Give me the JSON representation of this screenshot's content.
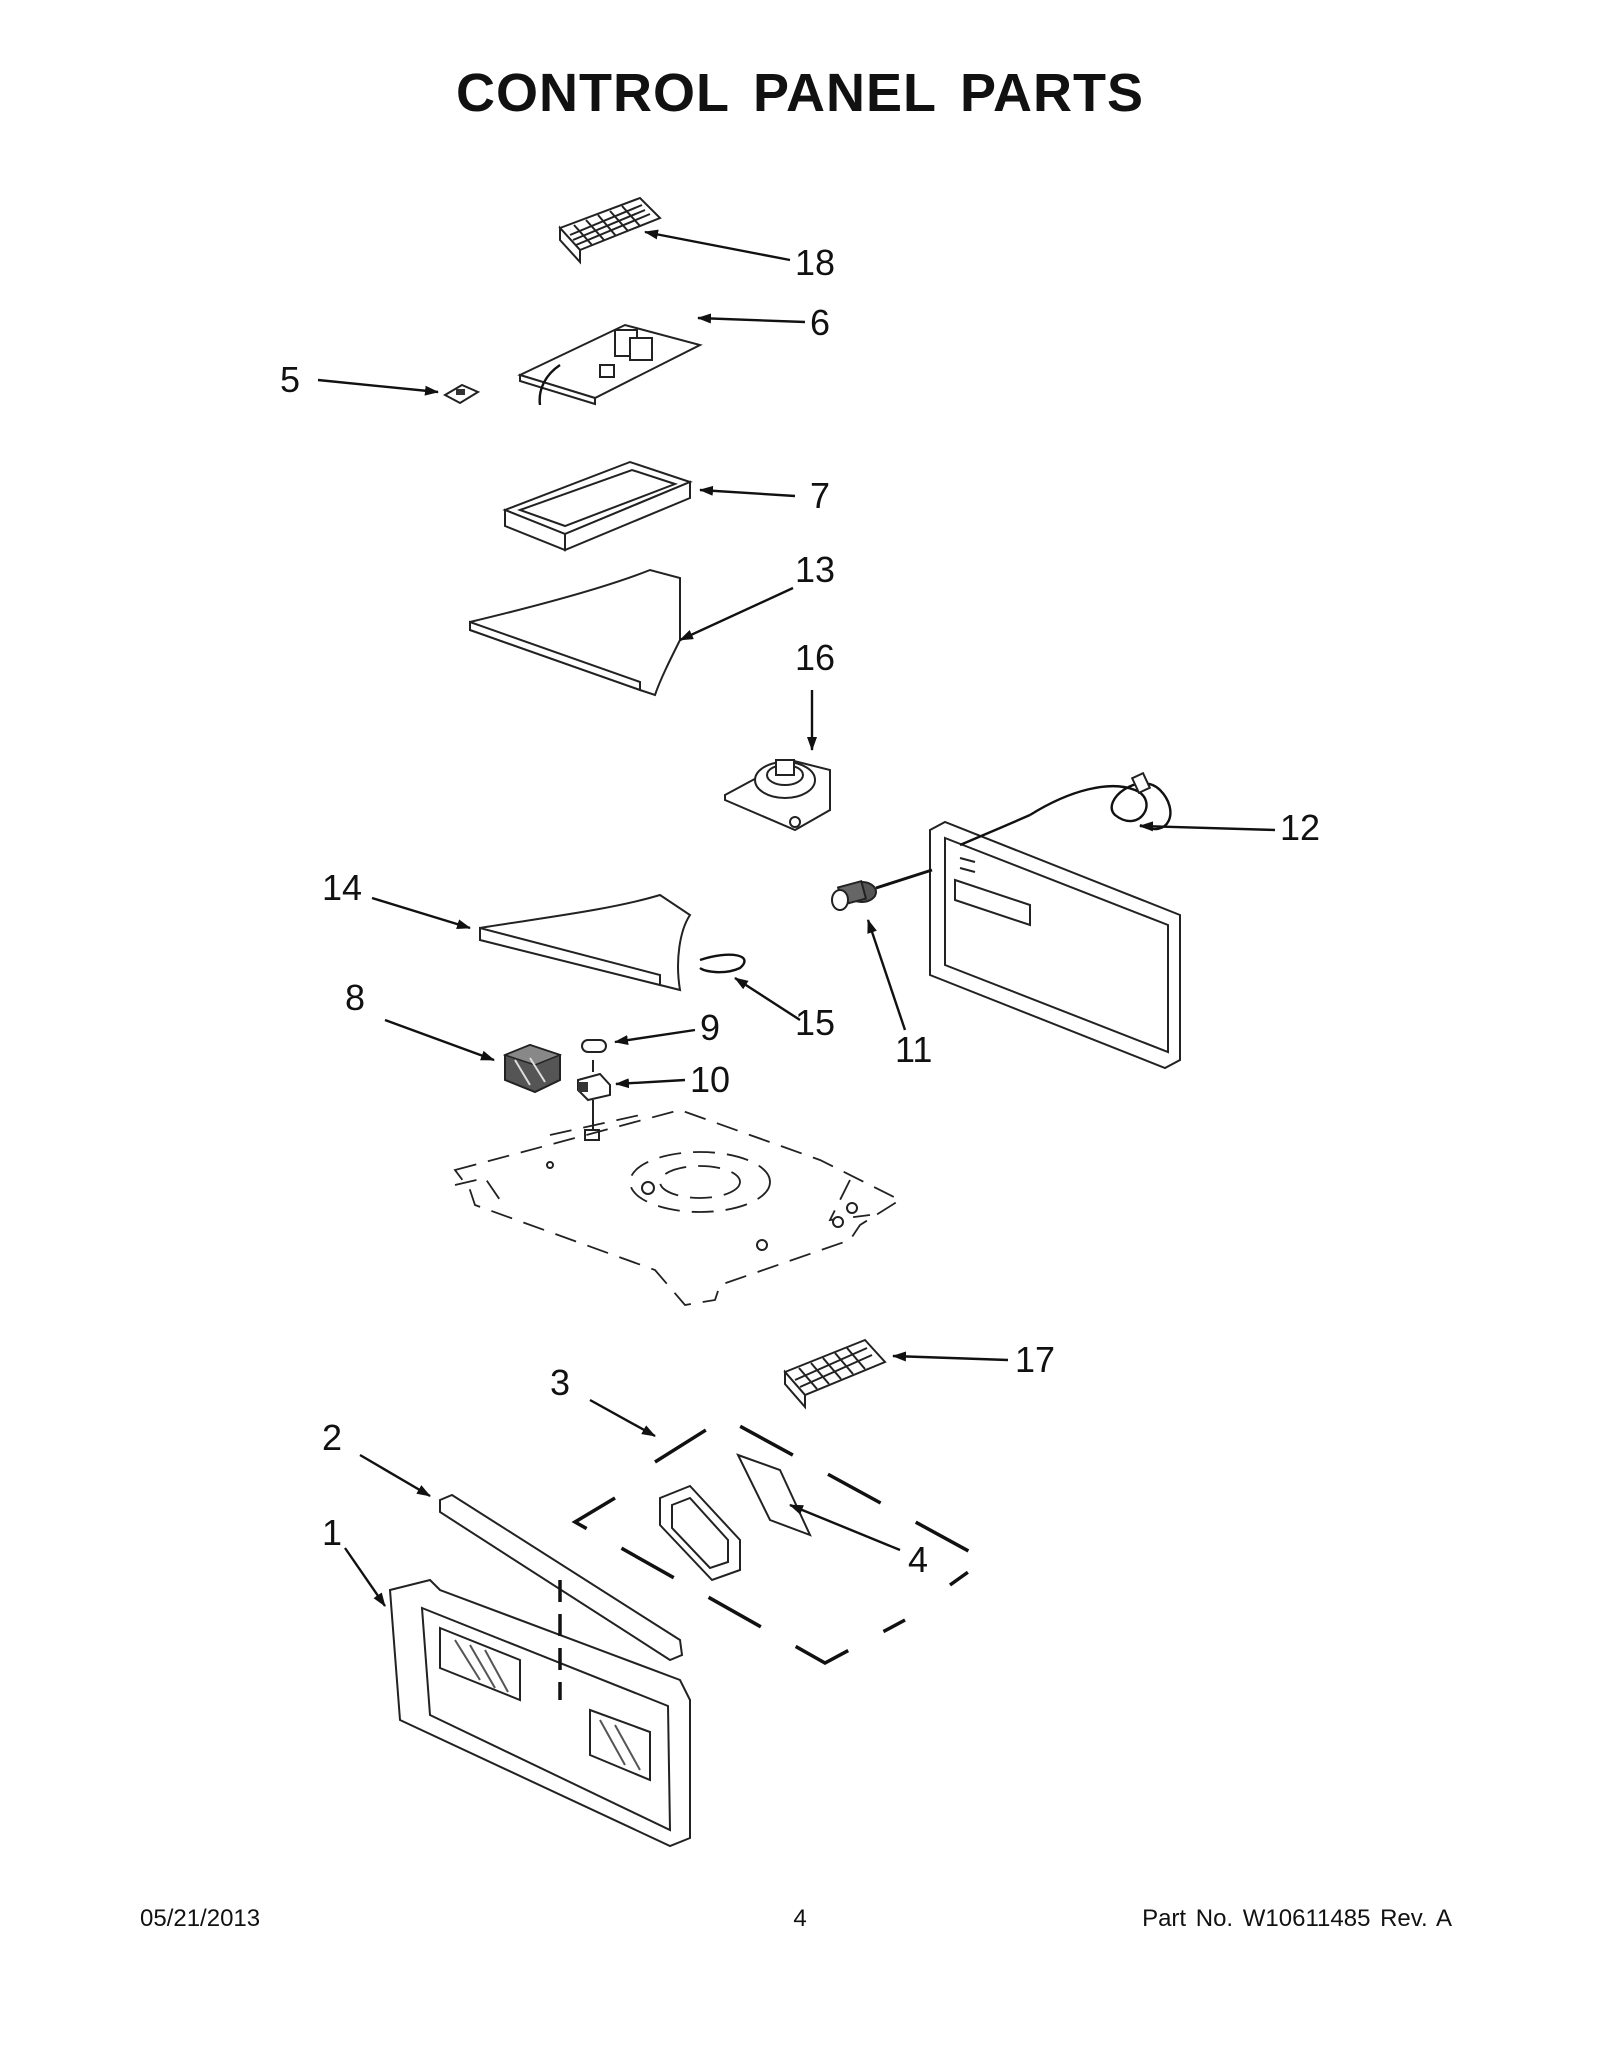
{
  "page": {
    "title": "CONTROL PANEL PARTS"
  },
  "callouts": [
    "1",
    "2",
    "3",
    "4",
    "5",
    "6",
    "7",
    "8",
    "9",
    "10",
    "11",
    "12",
    "13",
    "14",
    "15",
    "16",
    "17",
    "18"
  ],
  "footer": {
    "date": "05/21/2013",
    "page_number": "4",
    "part_number": "Part No.  W10611485   Rev.  A"
  }
}
